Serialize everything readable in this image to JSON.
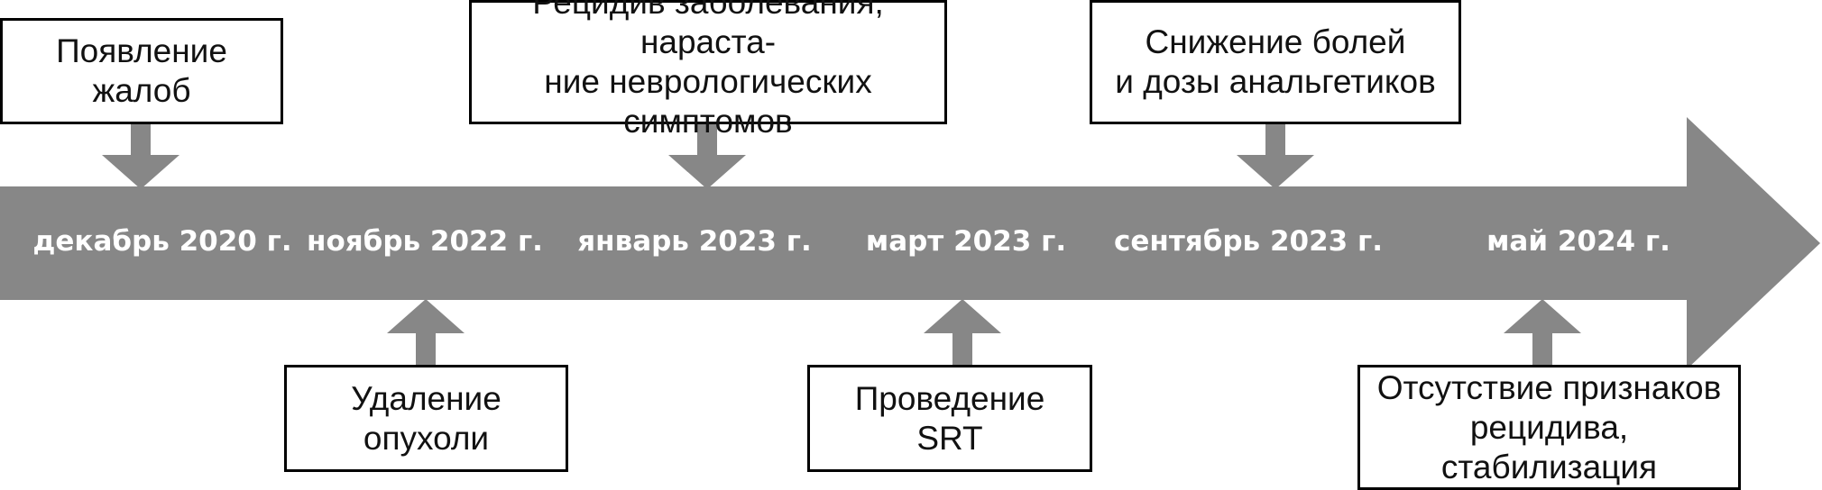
{
  "colors": {
    "timeline": "#878787",
    "date_text": "#ffffff",
    "box_border": "#000000",
    "box_text": "#111111"
  },
  "timeline": {
    "dates": [
      "декабрь 2020 г.",
      "ноябрь 2022 г.",
      "январь 2023 г.",
      "март 2023 г.",
      "сентябрь 2023 г.",
      "май 2024 г."
    ]
  },
  "events_top": [
    {
      "text": "Появление жалоб",
      "date_index": 0
    },
    {
      "text": "Рецидив заболевания, нараста-\nние неврологических симптомов",
      "date_index": 2
    },
    {
      "text": "Снижение болей\nи дозы анальгетиков",
      "date_index": 4
    }
  ],
  "events_bottom": [
    {
      "text": "Удаление опухоли",
      "date_index": 1
    },
    {
      "text": "Проведение SRT",
      "date_index": 3
    },
    {
      "text": "Отсутствие признаков\nрецидива, стабилизация",
      "date_index": 5
    }
  ]
}
